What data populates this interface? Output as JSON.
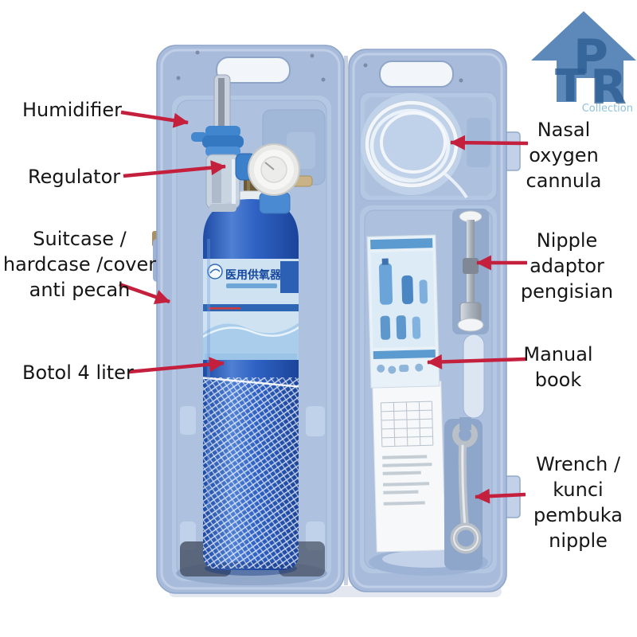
{
  "logo": {
    "letter_t": "T",
    "letter_p": "P",
    "letter_r": "R",
    "subtitle": "Collection",
    "house_color": "#5c88ba",
    "letter_color": "#2e5e94",
    "subtitle_color": "#8fc1dd"
  },
  "annotations": {
    "humidifier": {
      "label": "Humidifier"
    },
    "regulator": {
      "label": "Regulator"
    },
    "suitcase": {
      "line1": "Suitcase /",
      "line2": "hardcase /cover",
      "line3": "anti pecah"
    },
    "botol": {
      "label": "Botol 4 liter"
    },
    "nasal": {
      "line1": "Nasal",
      "line2": "oxygen",
      "line3": "cannula"
    },
    "nipple": {
      "line1": "Nipple",
      "line2": "adaptor",
      "line3": "pengisian"
    },
    "manual": {
      "line1": "Manual",
      "line2": "book"
    },
    "wrench": {
      "line1": "Wrench /",
      "line2": "kunci",
      "line3": "pembuka",
      "line4": "nipple"
    }
  },
  "bottle": {
    "label_text": "医用供氧器"
  },
  "colors": {
    "arrow_red": "#c4203e",
    "case_blue": "#a8bbdb",
    "case_tray_blue": "#b5c8e3",
    "bottle_blue": "#2d5fc0",
    "text_black": "#161616"
  }
}
